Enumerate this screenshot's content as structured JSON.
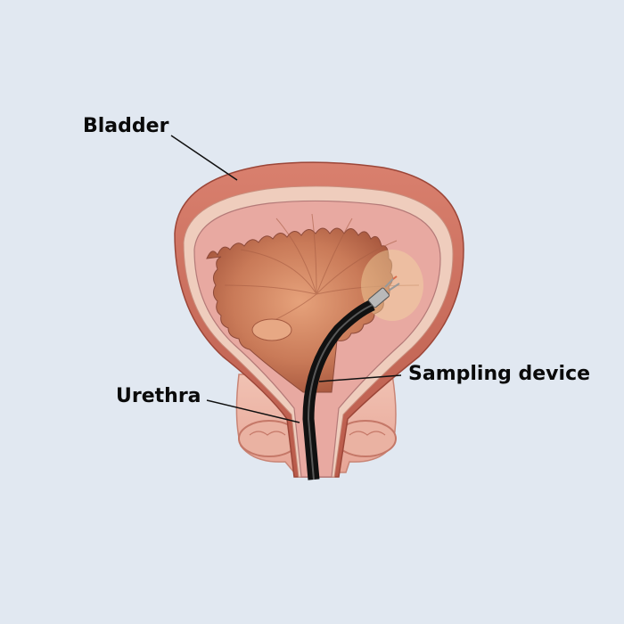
{
  "diagram": {
    "subject": "bladder cross-section with sampling device inserted through urethra",
    "background_color": "#e1e8f1",
    "labels": [
      {
        "id": "bladder",
        "text": "Bladder"
      },
      {
        "id": "sampling_device",
        "text": "Sampling device"
      },
      {
        "id": "urethra",
        "text": "Urethra"
      }
    ],
    "colors": {
      "outer_wall": "#c8695a",
      "wall_layer": "#efcdbf",
      "inner_lining": "#e9a7a0",
      "interior": "#c9795a",
      "device": "#1b1b1b",
      "tip": "#b8b8b8",
      "leader_line": "#111111"
    }
  }
}
